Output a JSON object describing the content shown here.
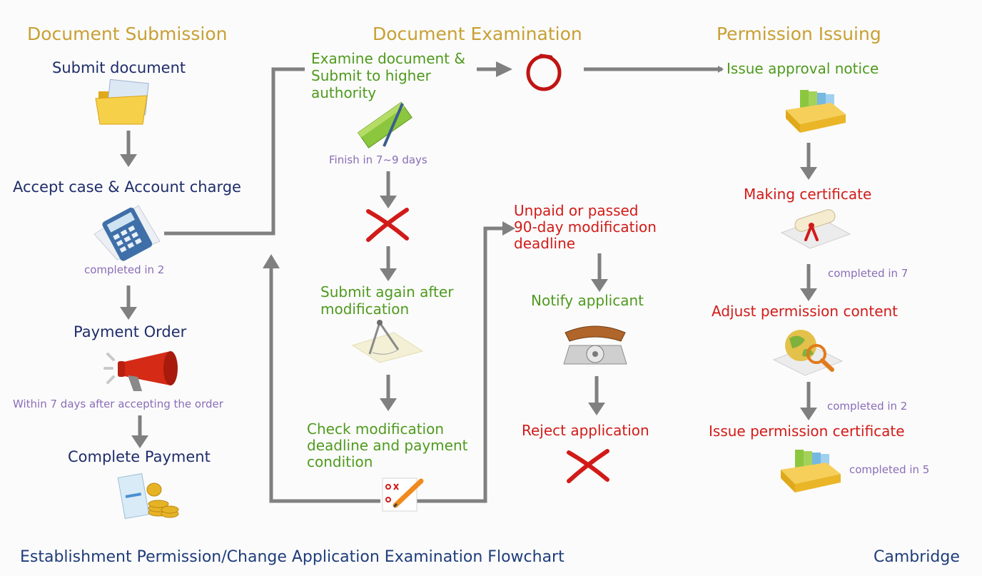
{
  "headers": {
    "submission": "Document  Submission",
    "examination": "Document Examination",
    "issuing": "Permission Issuing"
  },
  "submission": {
    "submit_document": "Submit document",
    "accept_case": "Accept case & Account charge",
    "completed_2": "completed in 2",
    "payment_order": "Payment Order",
    "within_7_days": "Within 7 days after accepting the order",
    "complete_payment": "Complete Payment"
  },
  "examination": {
    "examine_line1": "Examine document &",
    "examine_line2": "Submit to higher",
    "examine_line3": "authority",
    "finish_7_9": "Finish in 7~9 days",
    "submit_again_line1": "Submit again after",
    "submit_again_line2": "modification",
    "check_line1": "Check modification",
    "check_line2": "deadline and payment",
    "check_line3": "condition",
    "unpaid_line1": "Unpaid or passed",
    "unpaid_line2": "90-day modification",
    "unpaid_line3": "deadline",
    "notify_applicant": "Notify applicant",
    "reject_application": "Reject application"
  },
  "issuing": {
    "issue_approval": "Issue approval notice",
    "making_certificate": "Making certificate",
    "completed_7": "completed in 7",
    "adjust_permission": "Adjust permission content",
    "completed_2": "completed in 2",
    "issue_certificate": "Issue permission certificate",
    "completed_5": "completed in 5"
  },
  "footer": {
    "title": "Establishment Permission/Change Application Examination Flowchart",
    "brand": "Cambridge"
  },
  "colors": {
    "header": "#c8a034",
    "navy": "#1f2d6b",
    "green": "#4f9a1e",
    "red": "#d11b18",
    "purple": "#8a6db8",
    "arrow": "#7d7d7d"
  },
  "icons": [
    "folder-icon",
    "calculator-icon",
    "megaphone-icon",
    "money-icon",
    "ruler-pen-icon",
    "x-mark-icon",
    "compass-icon",
    "checklist-pen-icon",
    "circle-mark-icon",
    "telephone-icon",
    "certificate-scroll-icon",
    "globe-magnifier-icon",
    "file-box-icon"
  ]
}
